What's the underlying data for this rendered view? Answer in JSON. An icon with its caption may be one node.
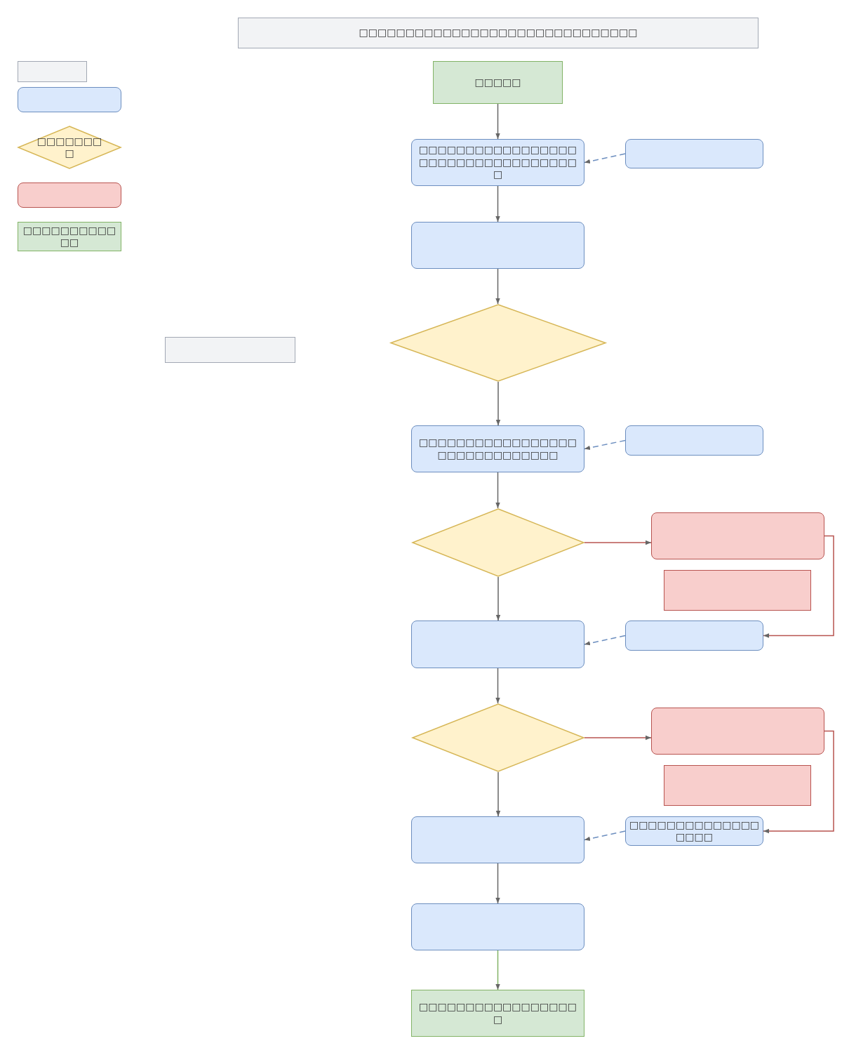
{
  "diagram": {
    "nodes": [
      {
        "text": [
          "□□□□□□□□□□□□□□□□□□□□□□□□□□□□□□"
        ]
      },
      {
        "text": [],
        "shape": "box"
      },
      {
        "text": [],
        "shape": "box"
      },
      {
        "text": [
          "□□□□□□□□"
        ]
      },
      {
        "text": [],
        "shape": "box"
      },
      {
        "text": [
          "□□□□□□□□□□□□"
        ]
      },
      {
        "text": [],
        "shape": "box"
      },
      {
        "text": [
          "□□□□□"
        ]
      },
      {
        "text": [
          "□□□□□□□□□□□□□□□□□□□□□□□□□□□□□□□□□□□"
        ]
      },
      {
        "text": [],
        "shape": "box"
      },
      {
        "text": [],
        "shape": "box"
      },
      {
        "text": [],
        "shape": "diamond"
      },
      {
        "text": [
          "□□□□□□□□□□□□□□□□□□□□□□□□□□□□□□"
        ]
      },
      {
        "text": [],
        "shape": "box"
      },
      {
        "text": [],
        "shape": "diamond"
      },
      {
        "text": [],
        "shape": "box"
      },
      {
        "text": [],
        "shape": "box"
      },
      {
        "text": [],
        "shape": "box"
      },
      {
        "text": [],
        "shape": "box"
      },
      {
        "text": [],
        "shape": "diamond"
      },
      {
        "text": [],
        "shape": "box"
      },
      {
        "text": [],
        "shape": "box"
      },
      {
        "text": [],
        "shape": "box"
      },
      {
        "text": [
          "□□□□□□□□□□□□□□□□□□"
        ]
      },
      {
        "text": [],
        "shape": "box"
      },
      {
        "text": [
          "□□□□□□□□□□□□□□□□□□"
        ]
      }
    ],
    "edges": [
      {
        "from": 7,
        "to": 8,
        "arrow": "to"
      },
      {
        "from": 8,
        "to": 10,
        "arrow": "to"
      },
      {
        "from": 10,
        "to": 11,
        "arrow": "to"
      },
      {
        "from": 11,
        "to": 12,
        "arrow": "to"
      },
      {
        "from": 12,
        "to": 14,
        "arrow": "to"
      },
      {
        "from": 14,
        "to": 17,
        "arrow": "to"
      },
      {
        "from": 17,
        "to": 19,
        "arrow": "to"
      },
      {
        "from": 19,
        "to": 22,
        "arrow": "to"
      },
      {
        "from": 22,
        "to": 24,
        "arrow": "to"
      },
      {
        "from": 24,
        "to": 25,
        "arrow": "to",
        "color": "#82b366"
      },
      {
        "from": 9,
        "to": 8,
        "arrow": "to",
        "style": "dashed",
        "color": "#6c8ebf"
      },
      {
        "from": 13,
        "to": 12,
        "arrow": "to",
        "style": "dashed",
        "color": "#6c8ebf"
      },
      {
        "from": 18,
        "to": 17,
        "arrow": "to",
        "style": "dashed",
        "color": "#6c8ebf"
      },
      {
        "from": 23,
        "to": 22,
        "arrow": "to",
        "style": "dashed",
        "color": "#6c8ebf"
      },
      {
        "from": 14,
        "to": 15,
        "arrow": "to",
        "color": "#b85450"
      },
      {
        "from": 15,
        "to": 18,
        "arrow": "to",
        "color": "#b85450"
      },
      {
        "from": 19,
        "to": 20,
        "arrow": "to",
        "color": "#b85450"
      },
      {
        "from": 20,
        "to": 23,
        "arrow": "to",
        "color": "#b85450"
      }
    ]
  }
}
